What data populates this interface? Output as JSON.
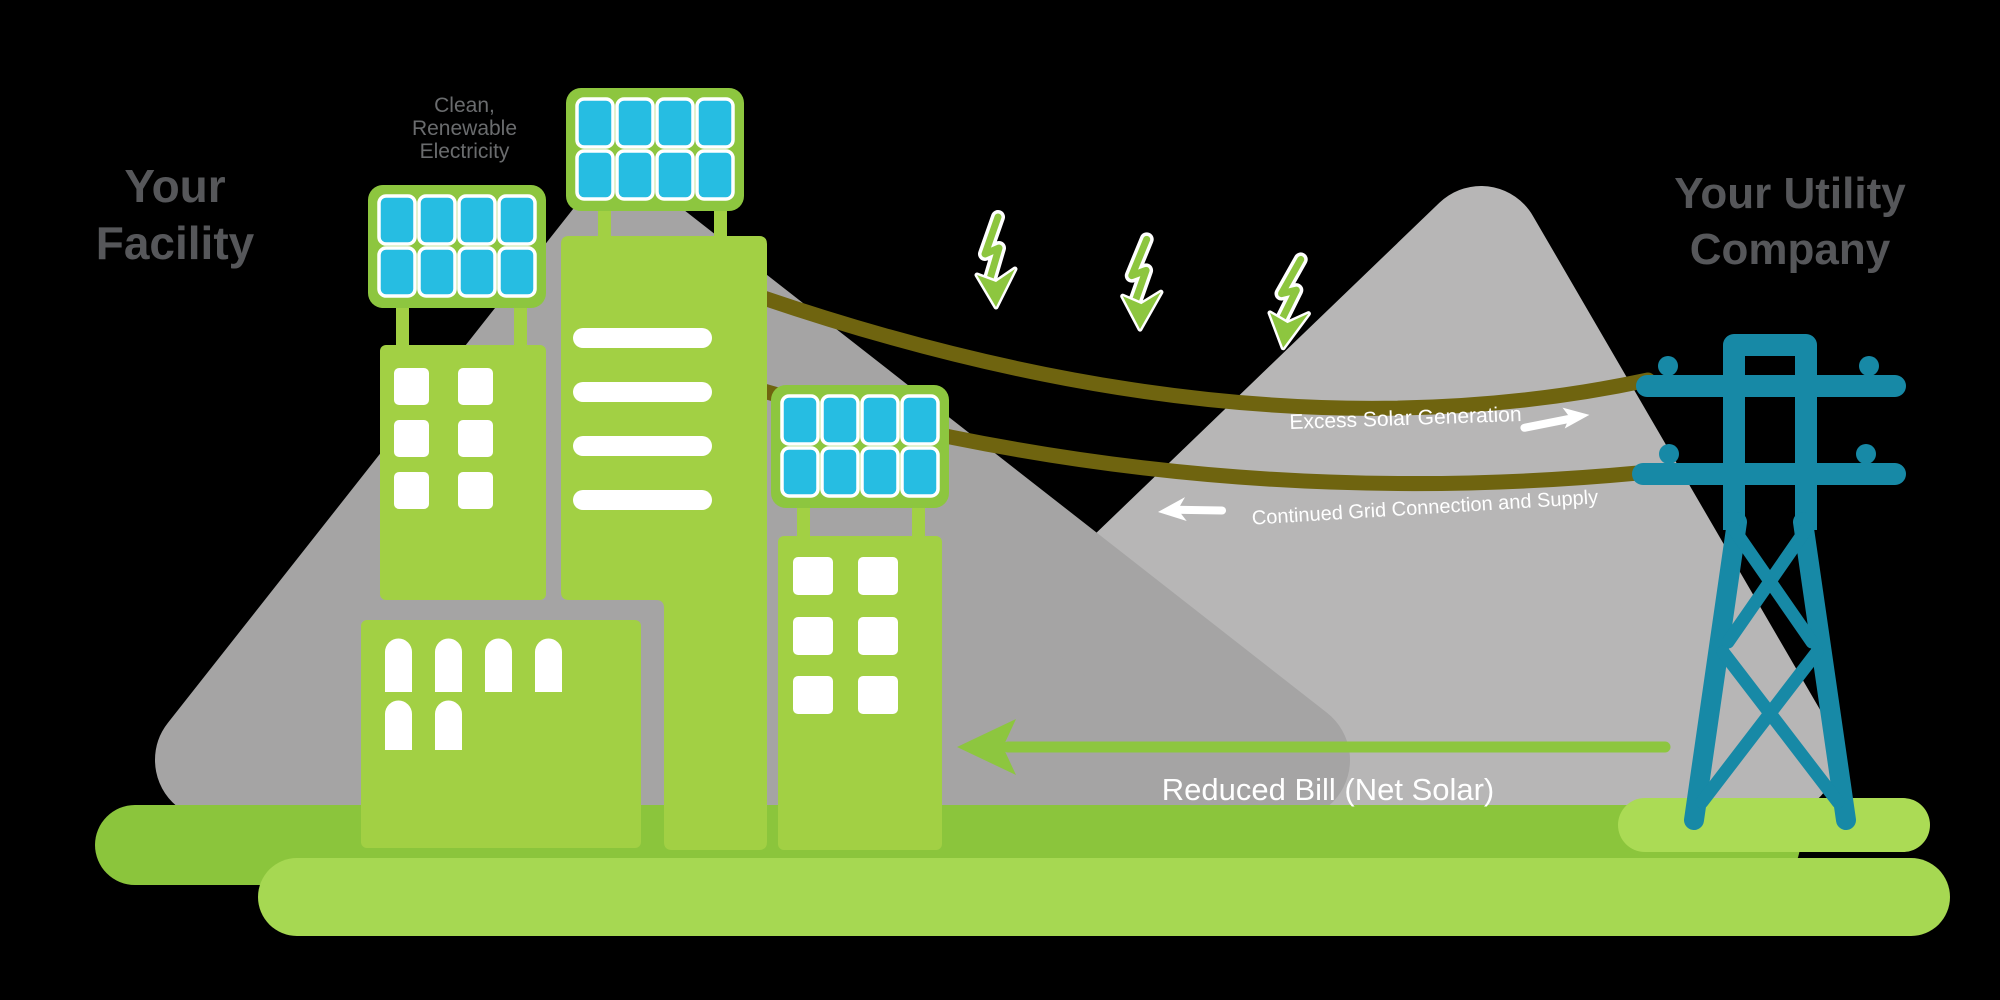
{
  "facility_title": {
    "line1": "Your",
    "line2": "Facility"
  },
  "utility_title": {
    "line1": "Your Utility",
    "line2": "Company"
  },
  "solar_caption": {
    "line1": "Clean,",
    "line2": "Renewable",
    "line3": "Electricity"
  },
  "flows": {
    "excess_label": "Excess Solar Generation",
    "grid_label": "Continued Grid Connection and Supply",
    "bill_label": "Reduced Bill (Net Solar)"
  },
  "icons": {
    "solar_panel": "panel-grid",
    "lightning_bolt": "zigzag-arrow-down",
    "transmission_tower": "lattice-tower",
    "excess_arrow": "arrow-right",
    "grid_arrow": "arrow-left",
    "bill_arrow": "arrow-left-long"
  },
  "colors": {
    "green_frame": "#8dc63f",
    "green_building": "#a2d044",
    "cyan": "#26bde2",
    "olive": "#6f640f",
    "teal": "#1789a6",
    "mtn_dark": "#a5a4a4",
    "mtn_light": "#b7b6b6",
    "strip_dark": "#8bc53c",
    "strip_light": "#a6d852",
    "pad": "#abdb55",
    "heading_gray": "#56575a",
    "caption_gray": "#6a6c6e"
  }
}
